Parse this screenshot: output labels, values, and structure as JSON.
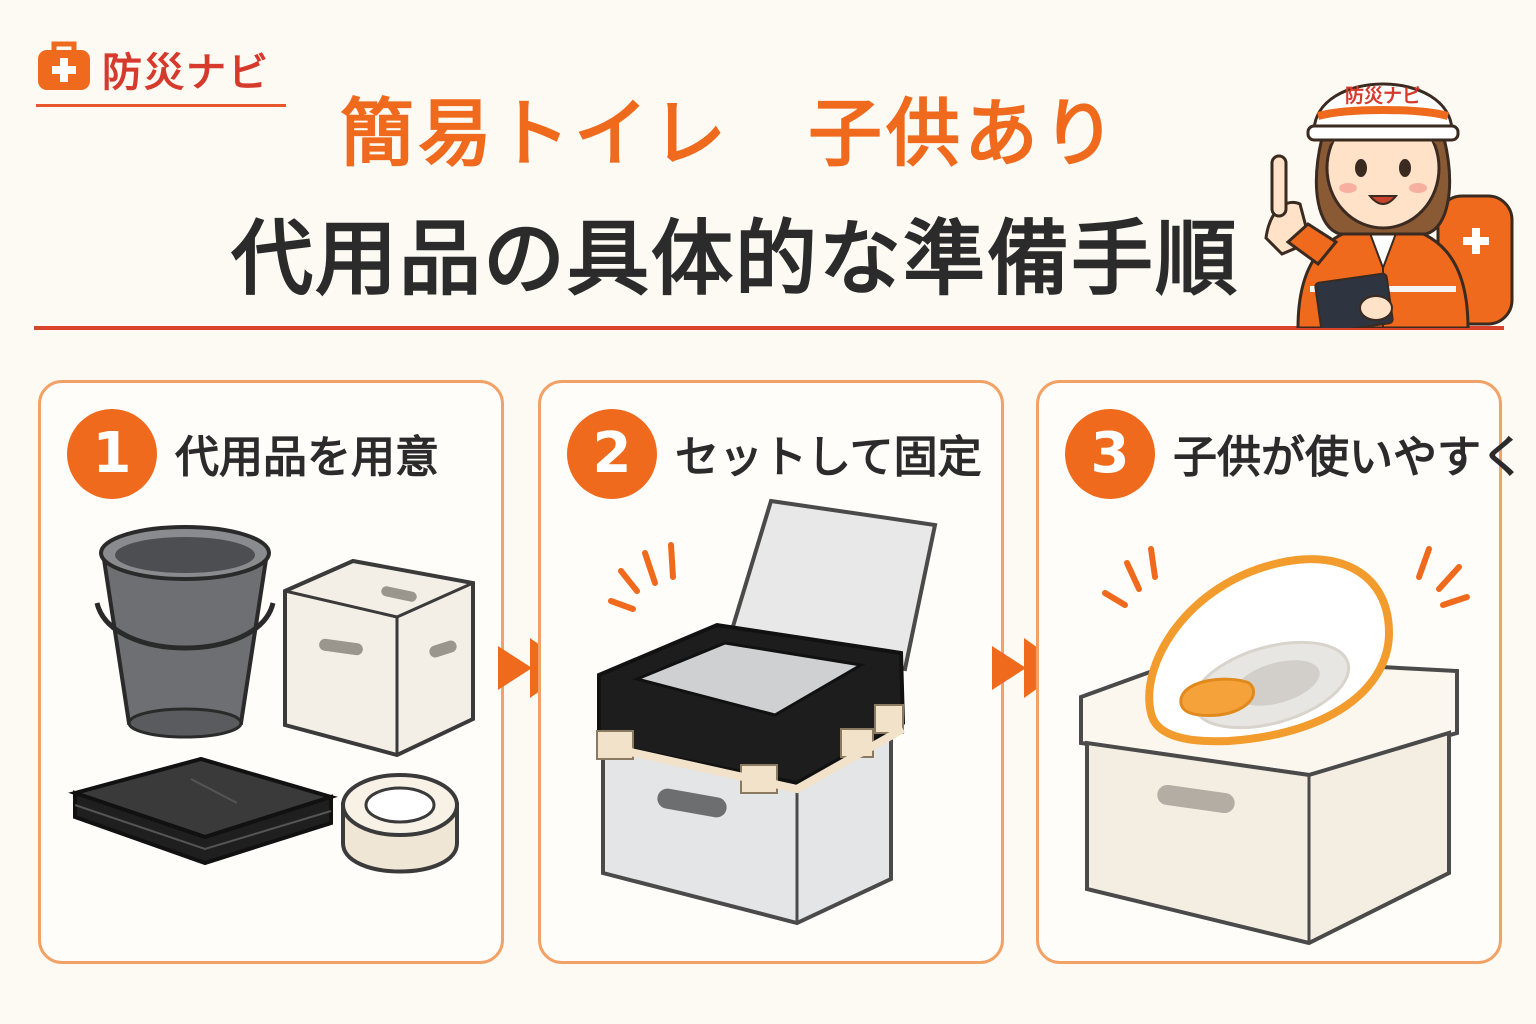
{
  "brand": {
    "name": "防災ナビ",
    "helmet_text": "防災ナビ"
  },
  "title": {
    "line1": "簡易トイレ　子供あり",
    "line2": "代用品の具体的な準備手順"
  },
  "steps": [
    {
      "number": "1",
      "label": "代用品を用意"
    },
    {
      "number": "2",
      "label": "セットして固定"
    },
    {
      "number": "3",
      "label": "子供が使いやすく"
    }
  ],
  "colors": {
    "accent": "#ef6a1d",
    "rule": "#d9432c",
    "panel_border": "#f2a266",
    "text": "#2b2b2b"
  },
  "icons": [
    "first-aid-bag-icon",
    "bucket-icon",
    "storage-box-icon",
    "garbage-bag-icon",
    "tape-roll-icon",
    "box-toilet-icon",
    "potty-seat-icon",
    "arrow-right-icon"
  ]
}
